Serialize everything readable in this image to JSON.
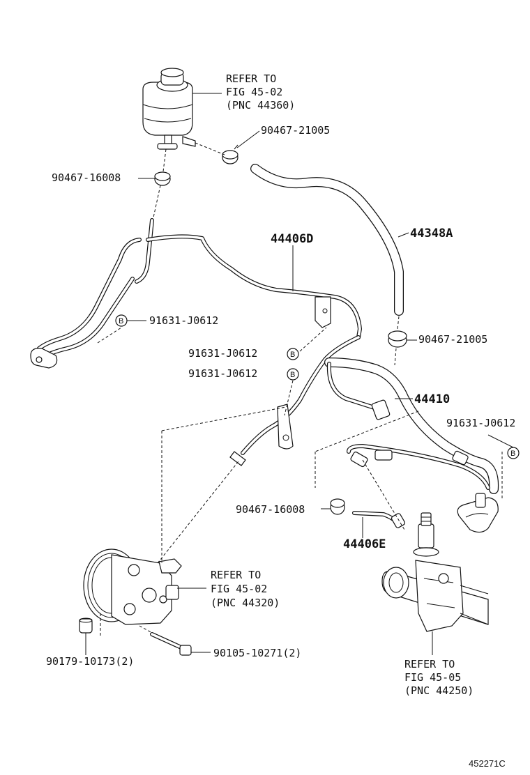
{
  "callouts": {
    "reservoir_refer_line1": "REFER TO",
    "reservoir_refer_line2": "FIG 45-02",
    "reservoir_refer_line3": "(PNC 44360)",
    "clamp_top_right": "90467-21005",
    "clamp_top_left": "90467-16008",
    "pressure_hose": "44406D",
    "return_hose": "44348A",
    "bracket_bolt_left": "91631-J0612",
    "bracket_bolt_mid1": "91631-J0612",
    "bracket_bolt_mid2": "91631-J0612",
    "clamp_mid_right": "90467-21005",
    "return_tube": "44410",
    "bracket_bolt_right": "91631-J0612",
    "clamp_lower": "90467-16008",
    "hose_lower": "44406E",
    "pump_refer_line1": "REFER TO",
    "pump_refer_line2": "FIG 45-02",
    "pump_refer_line3": "(PNC 44320)",
    "pump_nut": "90179-10173(2)",
    "pump_bolt": "90105-10271(2)",
    "gear_refer_line1": "REFER TO",
    "gear_refer_line2": "FIG 45-05",
    "gear_refer_line3": "(PNC 44250)",
    "marker_b": "B",
    "figure_id": "452271C"
  }
}
